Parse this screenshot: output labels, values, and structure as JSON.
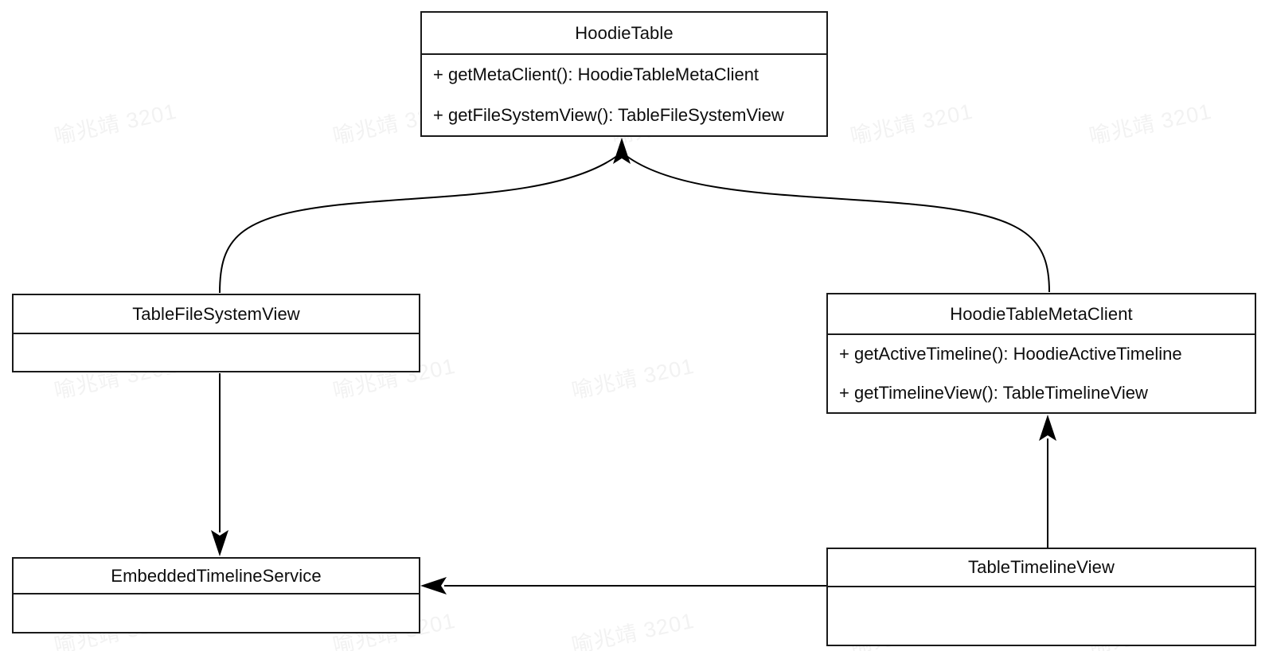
{
  "diagram": {
    "type": "uml-class-diagram",
    "background_color": "#ffffff",
    "line_color": "#000000",
    "text_color": "#0d0d0d",
    "watermark": {
      "text": "喻兆靖 3201",
      "color": "#f2f2f2",
      "rotation_deg": -12
    }
  },
  "classes": [
    {
      "id": "hoodie-table",
      "name": "HoodieTable",
      "members": [
        "+ getMetaClient(): HoodieTableMetaClient",
        "+ getFileSystemView(): TableFileSystemView"
      ]
    },
    {
      "id": "table-file-system-view",
      "name": "TableFileSystemView",
      "members": []
    },
    {
      "id": "hoodie-table-meta-client",
      "name": "HoodieTableMetaClient",
      "members": [
        "+ getActiveTimeline(): HoodieActiveTimeline",
        "+ getTimelineView(): TableTimelineView"
      ]
    },
    {
      "id": "embedded-timeline-service",
      "name": "EmbeddedTimelineService",
      "members": []
    },
    {
      "id": "table-timeline-view",
      "name": "TableTimelineView",
      "members": []
    }
  ],
  "relations": [
    {
      "id": "rel-tfsv-to-hoodietable",
      "from": "TableFileSystemView",
      "to": "HoodieTable",
      "style": "curved",
      "arrowhead": "solid-filled"
    },
    {
      "id": "rel-htmc-to-hoodietable",
      "from": "HoodieTableMetaClient",
      "to": "HoodieTable",
      "style": "curved",
      "arrowhead": "solid-filled"
    },
    {
      "id": "rel-tfsv-to-ets",
      "from": "TableFileSystemView",
      "to": "EmbeddedTimelineService",
      "style": "straight-vertical",
      "arrowhead": "solid-filled"
    },
    {
      "id": "rel-ttv-to-htmc",
      "from": "TableTimelineView",
      "to": "HoodieTableMetaClient",
      "style": "straight-vertical",
      "arrowhead": "solid-filled"
    },
    {
      "id": "rel-ttv-to-ets",
      "from": "TableTimelineView",
      "to": "EmbeddedTimelineService",
      "style": "straight-horizontal",
      "arrowhead": "solid-filled"
    }
  ]
}
